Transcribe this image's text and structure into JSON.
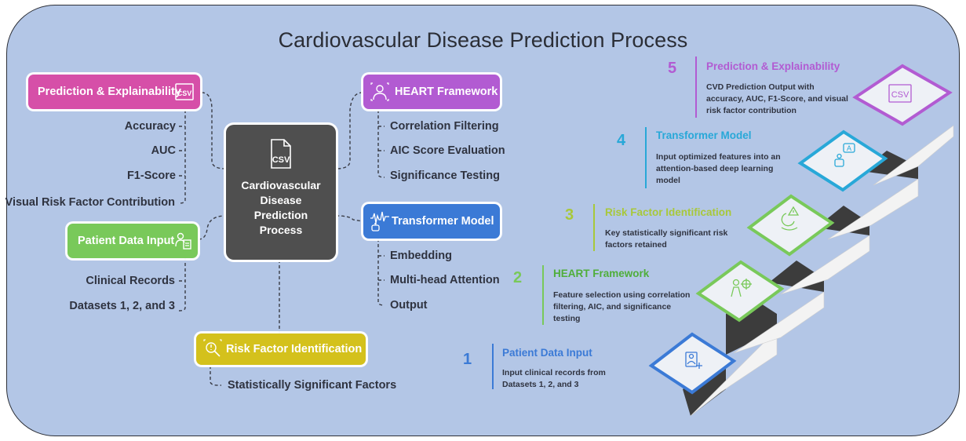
{
  "title": "Cardiovascular Disease Prediction Process",
  "colors": {
    "panel": "#b3c6e6",
    "pink": "#d64fa8",
    "purple": "#b25bd2",
    "blue": "#3b7ad6",
    "green": "#79c95a",
    "yellow": "#d4c11c",
    "cyan": "#28a8d8",
    "center": "#4f4f4f"
  },
  "mindmap": {
    "center": {
      "icon": "csv-file-icon",
      "icon_text": "CSV",
      "lines": [
        "Cardiovascular",
        "Disease",
        "Prediction",
        "Process"
      ]
    },
    "prediction": {
      "label": "Prediction & Explainability",
      "icon": "csv-file-icon",
      "icon_text": "CSV",
      "items": [
        "Accuracy",
        "AUC",
        "F1-Score",
        "Visual Risk Factor Contribution"
      ]
    },
    "patient": {
      "label": "Patient Data Input",
      "icon": "patient-record-icon",
      "items": [
        "Clinical Records",
        "Datasets 1, 2, and 3"
      ]
    },
    "heart": {
      "label": "HEART Framework",
      "icon": "person-heart-icon",
      "items": [
        "Correlation Filtering",
        "AIC Score Evaluation",
        "Significance Testing"
      ]
    },
    "transformer": {
      "label": "Transformer Model",
      "icon": "robot-wave-icon",
      "items": [
        "Embedding",
        "Multi-head Attention",
        "Output"
      ]
    },
    "risk": {
      "label": "Risk Factor Identification",
      "icon": "risk-search-icon",
      "items": [
        "Statistically Significant Factors"
      ]
    }
  },
  "steps": [
    {
      "num": "1",
      "title": "Patient Data Input",
      "lines": [
        "Input clinical records from",
        "Datasets 1, 2, and 3"
      ],
      "icon": "patient-record-icon"
    },
    {
      "num": "2",
      "title": "HEART Framework",
      "lines": [
        "Feature selection using correlation",
        "filtering, AIC, and significance",
        "testing"
      ],
      "icon": "person-target-icon"
    },
    {
      "num": "3",
      "title": "Risk Factor Identification",
      "lines": [
        "Key statistically significant risk",
        "factors retained"
      ],
      "icon": "risk-warning-icon"
    },
    {
      "num": "4",
      "title": "Transformer Model",
      "lines": [
        "Input optimized features into an",
        "attention-based deep learning",
        "model"
      ],
      "icon": "robot-chat-icon"
    },
    {
      "num": "5",
      "title": "Prediction & Explainability",
      "lines": [
        "CVD Prediction Output with",
        "accuracy, AUC, F1-Score, and visual",
        "risk factor contribution"
      ],
      "icon": "csv-file-icon",
      "icon_text": "CSV"
    }
  ]
}
